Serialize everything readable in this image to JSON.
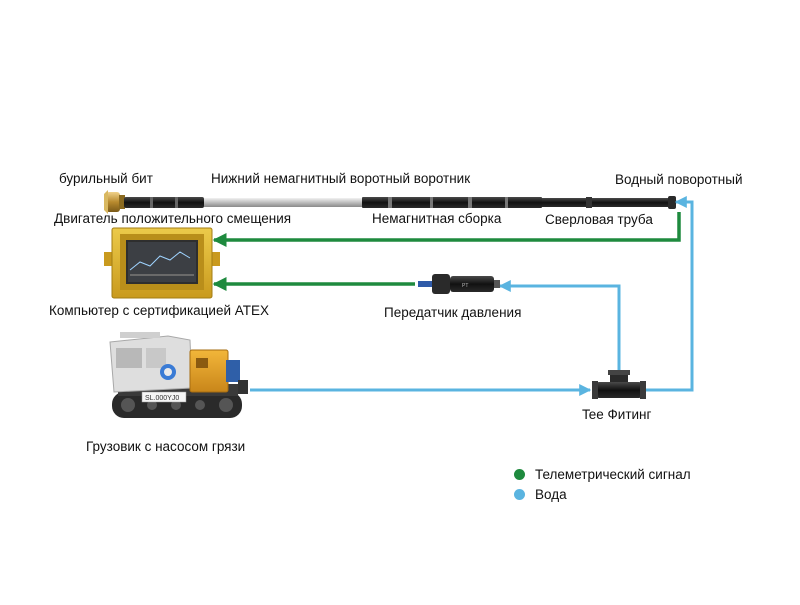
{
  "labels": {
    "drill_bit": "бурильный бит",
    "lower_collar": "Нижний немагнитный воротный воротник",
    "water_swivel": "Водный поворотный",
    "pdm_motor": "Двигатель положительного смещения",
    "nonmag_assembly": "Немагнитная сборка",
    "drill_pipe": "Сверловая труба",
    "atex_computer": "Компьютер с сертификацией ATEX",
    "pressure_transmitter": "Передатчик давления",
    "mud_pump_truck": "Грузовик с насосом грязи",
    "tee_fitting": "Tee Фитинг",
    "truck_plate": "SL.000YJ0"
  },
  "legend": {
    "telemetry": {
      "label": "Телеметрический сигнал",
      "color": "#1e8a3e"
    },
    "water": {
      "label": "Вода",
      "color": "#5ab4e0"
    }
  },
  "colors": {
    "signal": "#1e8a3e",
    "water": "#5ab4e0",
    "computer_frame": "#d9b42c",
    "truck_body": "#d9d9d9",
    "truck_panel": "#e0a62a",
    "pipe_dark": "#1c1c1c",
    "collar_silver": "#c9c9c9",
    "bit_gold": "#c9a24a"
  },
  "icons": [
    "drill-bit-icon",
    "atex-computer-icon",
    "pressure-transmitter-icon",
    "mud-pump-truck-icon",
    "tee-fitting-icon"
  ]
}
